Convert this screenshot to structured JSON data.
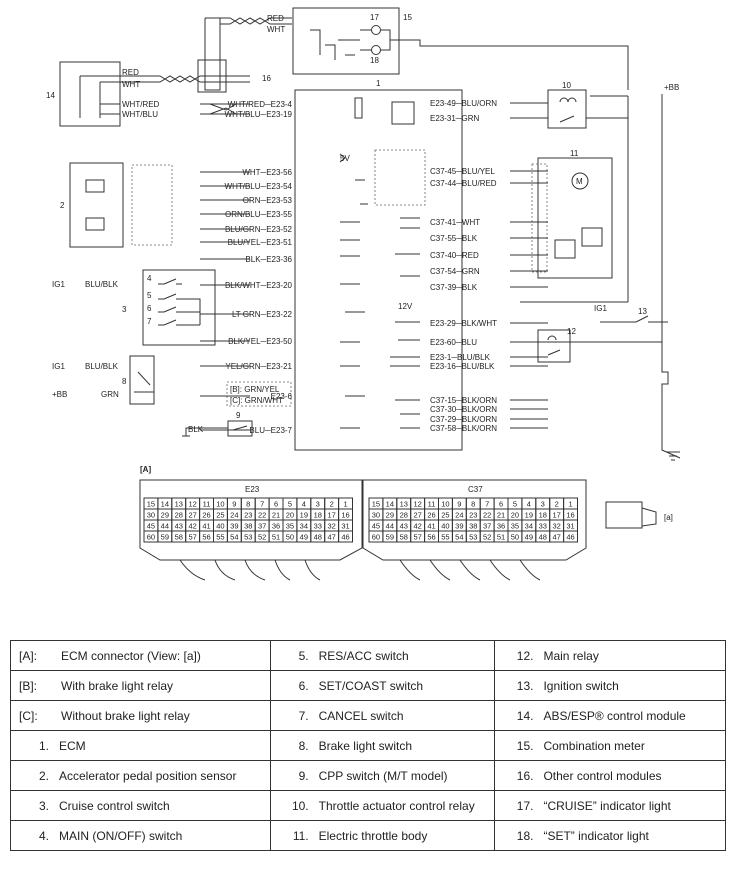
{
  "wires": {
    "red_top": "RED",
    "wht_top": "WHT",
    "red_abs": "RED",
    "wht_abs": "WHT",
    "wht_red": "WHT/RED",
    "wht_blu": "WHT/BLU"
  },
  "ecm_pins_left": [
    {
      "wire": "WHT/RED",
      "pin": "E23-4"
    },
    {
      "wire": "WHT/BLU",
      "pin": "E23-19"
    },
    {
      "wire": "WHT",
      "pin": "E23-56"
    },
    {
      "wire": "WHT/BLU",
      "pin": "E23-54"
    },
    {
      "wire": "ORN",
      "pin": "E23-53"
    },
    {
      "wire": "ORN/BLU",
      "pin": "E23-55"
    },
    {
      "wire": "BLU/GRN",
      "pin": "E23-52"
    },
    {
      "wire": "BLU/YEL",
      "pin": "E23-51"
    },
    {
      "wire": "BLK",
      "pin": "E23-36"
    },
    {
      "wire": "BLK/WHT",
      "pin": "E23-20"
    },
    {
      "wire": "LT GRN",
      "pin": "E23-22"
    },
    {
      "wire": "BLK/YEL",
      "pin": "E23-50"
    },
    {
      "wire": "YEL/GRN",
      "pin": "E23-21"
    },
    {
      "wire": "",
      "pin": "E23-6"
    },
    {
      "wire": "BLU",
      "pin": "E23-7"
    }
  ],
  "ecm_pins_right": [
    {
      "pin": "E23-49",
      "wire": "BLU/ORN"
    },
    {
      "pin": "E23-31",
      "wire": "GRN"
    },
    {
      "pin": "C37-45",
      "wire": "BLU/YEL"
    },
    {
      "pin": "C37-44",
      "wire": "BLU/RED"
    },
    {
      "pin": "C37-41",
      "wire": "WHT"
    },
    {
      "pin": "C37-55",
      "wire": "BLK"
    },
    {
      "pin": "C37-40",
      "wire": "RED"
    },
    {
      "pin": "C37-54",
      "wire": "GRN"
    },
    {
      "pin": "C37-39",
      "wire": "BLK"
    },
    {
      "pin": "E23-29",
      "wire": "BLK/WHT"
    },
    {
      "pin": "E23-60",
      "wire": "BLU"
    },
    {
      "pin": "E23-1",
      "wire": "BLU/BLK"
    },
    {
      "pin": "E23-16",
      "wire": "BLU/BLK"
    },
    {
      "pin": "C37-15",
      "wire": "BLK/ORN"
    },
    {
      "pin": "C37-30",
      "wire": "BLK/ORN"
    },
    {
      "pin": "C37-29",
      "wire": "BLK/ORN"
    },
    {
      "pin": "C37-58",
      "wire": "BLK/ORN"
    }
  ],
  "misc": {
    "ig1_a": "IG1",
    "blu_blk_a": "BLU/BLK",
    "ig1_b": "IG1",
    "blu_blk_b": "BLU/BLK",
    "bb_in": "+BB",
    "grn_in": "GRN",
    "blk_gnd": "BLK",
    "bb_right": "+BB",
    "ig1_right": "IG1",
    "five_v": "5V",
    "twelve_v": "12V",
    "b_label": "[B]: GRN/YEL",
    "c_label": "[C]: GRN/WHT",
    "connector_ref": "[A]",
    "view_ref": "[a]"
  },
  "callouts": [
    "1",
    "2",
    "3",
    "4",
    "5",
    "6",
    "7",
    "8",
    "9",
    "10",
    "11",
    "12",
    "13",
    "14",
    "15",
    "16",
    "17",
    "18"
  ],
  "connectors": {
    "e23": {
      "name": "E23",
      "rows": [
        [
          "15",
          "14",
          "13",
          "12",
          "11",
          "10",
          "9",
          "8",
          "7",
          "6",
          "5",
          "4",
          "3",
          "2",
          "1"
        ],
        [
          "30",
          "29",
          "28",
          "27",
          "26",
          "25",
          "24",
          "23",
          "22",
          "21",
          "20",
          "19",
          "18",
          "17",
          "16"
        ],
        [
          "45",
          "44",
          "43",
          "42",
          "41",
          "40",
          "39",
          "38",
          "37",
          "36",
          "35",
          "34",
          "33",
          "32",
          "31"
        ],
        [
          "60",
          "59",
          "58",
          "57",
          "56",
          "55",
          "54",
          "53",
          "52",
          "51",
          "50",
          "49",
          "48",
          "47",
          "46"
        ]
      ]
    },
    "c37": {
      "name": "C37",
      "rows": [
        [
          "15",
          "14",
          "13",
          "12",
          "11",
          "10",
          "9",
          "8",
          "7",
          "6",
          "5",
          "4",
          "3",
          "2",
          "1"
        ],
        [
          "30",
          "29",
          "28",
          "27",
          "26",
          "25",
          "24",
          "23",
          "22",
          "21",
          "20",
          "19",
          "18",
          "17",
          "16"
        ],
        [
          "45",
          "44",
          "43",
          "42",
          "41",
          "40",
          "39",
          "38",
          "37",
          "36",
          "35",
          "34",
          "33",
          "32",
          "31"
        ],
        [
          "60",
          "59",
          "58",
          "57",
          "56",
          "55",
          "54",
          "53",
          "52",
          "51",
          "50",
          "49",
          "48",
          "47",
          "46"
        ]
      ]
    }
  },
  "legend": [
    [
      {
        "code": "[A]:",
        "desc": "ECM connector (View: [a])"
      },
      {
        "code": "5.",
        "desc": "RES/ACC switch"
      },
      {
        "code": "12.",
        "desc": "Main relay"
      }
    ],
    [
      {
        "code": "[B]:",
        "desc": "With brake light relay"
      },
      {
        "code": "6.",
        "desc": "SET/COAST switch"
      },
      {
        "code": "13.",
        "desc": "Ignition switch"
      }
    ],
    [
      {
        "code": "[C]:",
        "desc": "Without brake light relay"
      },
      {
        "code": "7.",
        "desc": "CANCEL switch"
      },
      {
        "code": "14.",
        "desc": "ABS/ESP® control module"
      }
    ],
    [
      {
        "code": "1.",
        "desc": "ECM"
      },
      {
        "code": "8.",
        "desc": "Brake light switch"
      },
      {
        "code": "15.",
        "desc": "Combination meter"
      }
    ],
    [
      {
        "code": "2.",
        "desc": "Accelerator pedal position sensor"
      },
      {
        "code": "9.",
        "desc": "CPP switch (M/T model)"
      },
      {
        "code": "16.",
        "desc": "Other control modules"
      }
    ],
    [
      {
        "code": "3.",
        "desc": "Cruise control switch"
      },
      {
        "code": "10.",
        "desc": "Throttle actuator control relay"
      },
      {
        "code": "17.",
        "desc": "“CRUISE” indicator light"
      }
    ],
    [
      {
        "code": "4.",
        "desc": "MAIN (ON/OFF) switch"
      },
      {
        "code": "11.",
        "desc": "Electric throttle body"
      },
      {
        "code": "18.",
        "desc": "“SET” indicator light"
      }
    ]
  ]
}
